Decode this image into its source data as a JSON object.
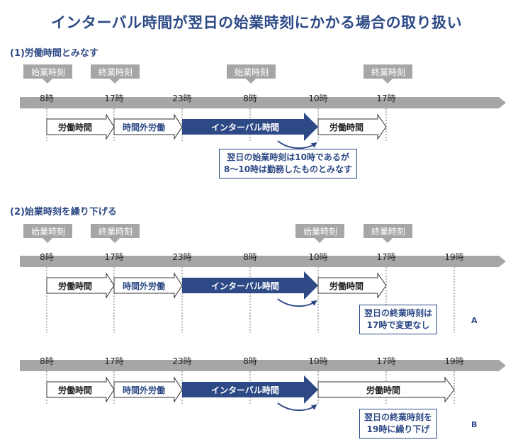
{
  "title": "インターバル時間が翌日の始業時刻にかかる場合の取り扱い",
  "colors": {
    "navy": "#2d4a86",
    "timeline_gray": "#a6a6a6",
    "label_gray": "#a6a6a6",
    "outline": "#333333",
    "white": "#ffffff"
  },
  "labels": {
    "start": "始業時刻",
    "end": "終業時刻"
  },
  "segments": {
    "work": "労働時間",
    "overtime": "時間外労働",
    "interval": "インターバル時間"
  },
  "section1": {
    "heading": "(1)労働時間とみなす",
    "ticks": [
      "8時",
      "17時",
      "23時",
      "8時",
      "10時",
      "17時"
    ],
    "note_lines": [
      "翌日の始業時刻は10時であるが",
      "8～10時は勤務したものとみなす"
    ]
  },
  "section2": {
    "heading": "(2)始業時刻を繰り下げる",
    "caseA": {
      "ticks": [
        "8時",
        "17時",
        "23時",
        "8時",
        "10時",
        "17時",
        "19時"
      ],
      "note_lines": [
        "翌日の終業時刻は",
        "17時で変更なし"
      ],
      "tag": "A"
    },
    "caseB": {
      "ticks": [
        "8時",
        "17時",
        "23時",
        "8時",
        "10時",
        "17時",
        "19時"
      ],
      "note_lines": [
        "翌日の終業時刻を",
        "19時に繰り下げ"
      ],
      "tag": "B"
    }
  }
}
